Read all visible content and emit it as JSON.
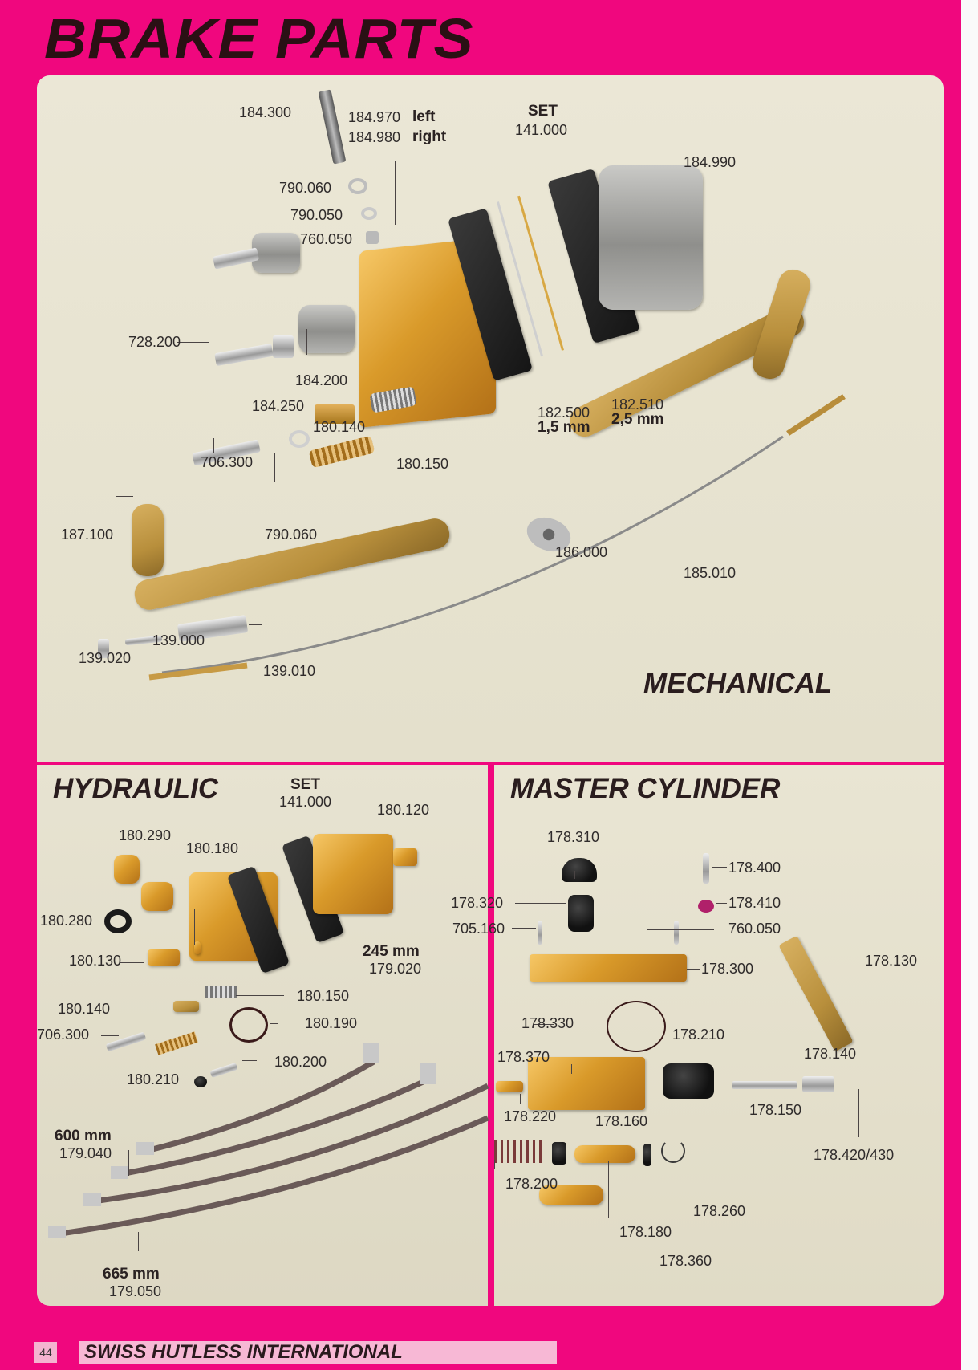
{
  "page": {
    "title": "BRAKE PARTS",
    "page_number": "44",
    "footer": "SWISS HUTLESS INTERNATIONAL"
  },
  "mechanical": {
    "heading": "MECHANICAL",
    "labels": {
      "p184300": "184.300",
      "p184970": "184.970",
      "left": "left",
      "p184980": "184.980",
      "right": "right",
      "set": "SET",
      "p141000": "141.000",
      "p184990": "184.990",
      "p790060a": "790.060",
      "p790050": "790.050",
      "p760050": "760.050",
      "p728200": "728.200",
      "p184200": "184.200",
      "p184250": "184.250",
      "p180140": "180.140",
      "p180150": "180.150",
      "p182500": "182.500",
      "mm15": "1,5 mm",
      "p182510": "182.510",
      "mm25": "2,5 mm",
      "p706300": "706.300",
      "p790060b": "790.060",
      "p187100": "187.100",
      "p186000": "186.000",
      "p185010": "185.010",
      "p139000": "139.000",
      "p139020": "139.020",
      "p139010": "139.010"
    }
  },
  "hydraulic": {
    "heading": "HYDRAULIC",
    "labels": {
      "set": "SET",
      "p141000": "141.000",
      "p180120": "180.120",
      "p180290": "180.290",
      "p180180": "180.180",
      "p180280": "180.280",
      "p180130": "180.130",
      "mm245": "245 mm",
      "p179020": "179.020",
      "p180140": "180.140",
      "p180150": "180.150",
      "p706300": "706.300",
      "p180190": "180.190",
      "p180200": "180.200",
      "p180210": "180.210",
      "mm600": "600 mm",
      "p179040": "179.040",
      "mm665": "665 mm",
      "p179050": "179.050"
    }
  },
  "master_cylinder": {
    "heading": "MASTER CYLINDER",
    "labels": {
      "p178310": "178.310",
      "p178400": "178.400",
      "p178320": "178.320",
      "p178410": "178.410",
      "p705160": "705.160",
      "p760050": "760.050",
      "p178300": "178.300",
      "p178130": "178.130",
      "p178330": "178.330",
      "p178210": "178.210",
      "p178370": "178.370",
      "p178140": "178.140",
      "p178220": "178.220",
      "p178160": "178.160",
      "p178150": "178.150",
      "p178420": "178.420/430",
      "p178200": "178.200",
      "p178260": "178.260",
      "p178180": "178.180",
      "p178360": "178.360"
    }
  },
  "colors": {
    "magenta": "#f0077e",
    "panel": "#e6e2d0",
    "gold": "#d99a2a"
  }
}
